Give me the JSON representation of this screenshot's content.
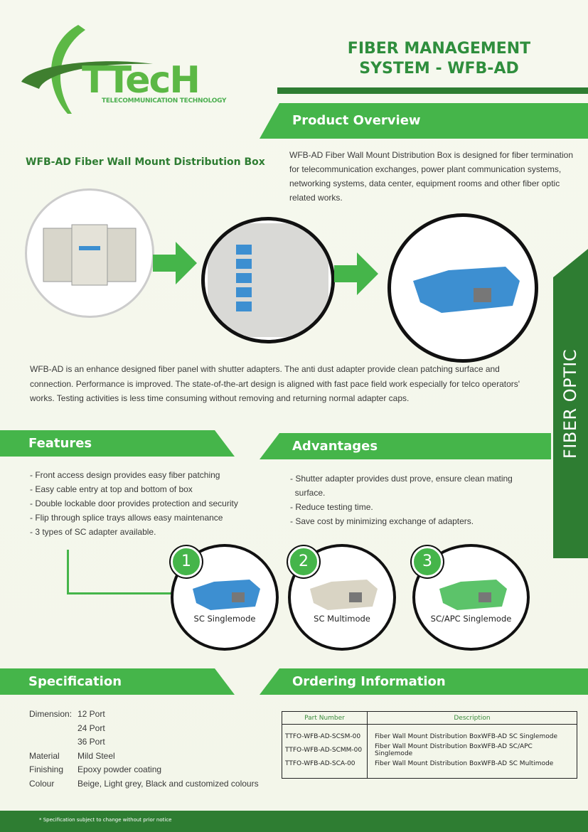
{
  "logo": {
    "brand": "TTecH",
    "tagline": "TELECOMMUNICATION TECHNOLOGY"
  },
  "header": {
    "title_line1": "FIBER MANAGEMENT",
    "title_line2": "SYSTEM - WFB-AD"
  },
  "overview": {
    "heading": "Product Overview",
    "subtitle": "WFB-AD Fiber Wall Mount Distribution Box",
    "description": "WFB-AD Fiber Wall Mount Distribution Box is designed for fiber termination for telecommunication exchanges, power plant communication systems, networking systems, data center, equipment rooms and other fiber optic related works.",
    "body": "WFB-AD is an enhance designed fiber panel with shutter adapters. The anti dust adapter provide clean patching surface and connection. Performance is improved. The state-of-the-art design is aligned with fast pace field work especially for telco operators' works. Testing activities is less time consuming without removing and returning normal adapter caps."
  },
  "side_label": "FIBER OPTIC",
  "features": {
    "heading": "Features",
    "items": [
      "- Front access design provides easy fiber patching",
      "- Easy cable entry at top and bottom of box",
      "- Double lockable door provides protection and security",
      "- Flip through splice trays allows easy maintenance",
      "- 3 types of SC adapter available."
    ]
  },
  "advantages": {
    "heading": "Advantages",
    "items": [
      "- Shutter adapter provides dust prove, ensure clean mating",
      "  surface.",
      "- Reduce testing time.",
      "- Save cost by minimizing exchange of adapters."
    ]
  },
  "adapters": [
    {
      "number": "1",
      "label": "SC Singlemode",
      "color": "#3d8fd1"
    },
    {
      "number": "2",
      "label": "SC Multimode",
      "color": "#d9d4c4"
    },
    {
      "number": "3",
      "label": "SC/APC Singlemode",
      "color": "#5cc36a"
    }
  ],
  "specification": {
    "heading": "Specification",
    "rows": [
      {
        "label": "Dimension:",
        "value": "12 Port"
      },
      {
        "label": "",
        "value": "24 Port"
      },
      {
        "label": "",
        "value": "36 Port"
      },
      {
        "label": "Material",
        "value": "Mild Steel"
      },
      {
        "label": "Finishing",
        "value": "Epoxy powder coating"
      },
      {
        "label": "Colour",
        "value": "Beige, Light grey, Black and customized colours"
      }
    ]
  },
  "ordering": {
    "heading": "Ordering Information",
    "columns": [
      "Part Number",
      "Description"
    ],
    "rows": [
      [
        "TTFO-WFB-AD-SCSM-00",
        "Fiber Wall Mount Distribution BoxWFB-AD SC Singlemode"
      ],
      [
        "TTFO-WFB-AD-SCMM-00",
        "Fiber Wall Mount Distribution BoxWFB-AD SC/APC Singlemode"
      ],
      [
        "TTFO-WFB-AD-SCA-00",
        "Fiber Wall Mount Distribution BoxWFB-AD SC Multimode"
      ]
    ]
  },
  "footer": {
    "note": "* Specification subject to change without prior notice"
  }
}
